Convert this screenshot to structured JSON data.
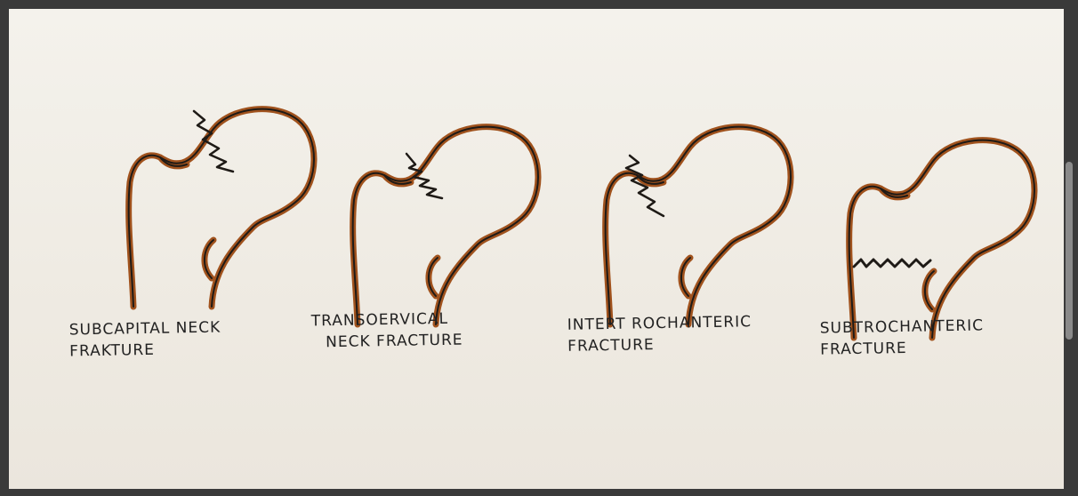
{
  "figures": [
    {
      "id": "subcapital",
      "lines": [
        "Subcapital neck",
        "Frakture"
      ]
    },
    {
      "id": "transcervical",
      "lines": [
        "Transoervical",
        "neck fracture"
      ]
    },
    {
      "id": "intertrochanteric",
      "lines": [
        "Intert rochanteric",
        "fracture"
      ]
    },
    {
      "id": "subtrochanteric",
      "lines": [
        "Subtrochanteric",
        "fracture"
      ]
    }
  ],
  "colors": {
    "bone_outline": "#a0521d",
    "ink": "#1e1a16",
    "paper": "#f1eee7",
    "frame": "#3a3a3a"
  }
}
